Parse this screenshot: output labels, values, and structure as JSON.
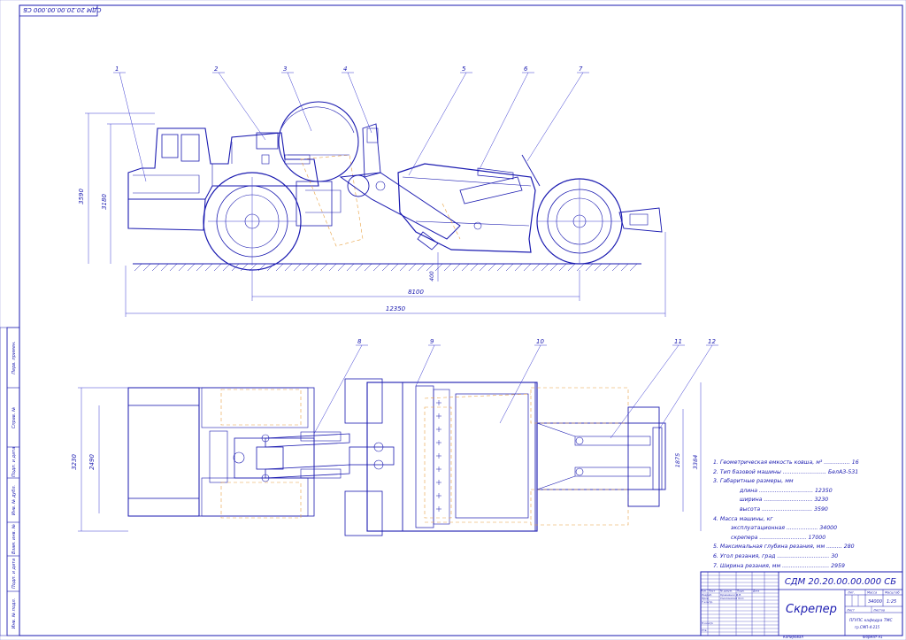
{
  "drawing": {
    "code_stamp": "СДМ 20.20.00.00.000 СБ",
    "callouts": [
      "1",
      "2",
      "3",
      "4",
      "5",
      "6",
      "7",
      "8",
      "9",
      "10",
      "11",
      "12"
    ],
    "side_view_dims": {
      "height_outer": "3590",
      "height_inner": "3180",
      "clearance": "400",
      "wheelbase": "8100",
      "overall_length": "12350"
    },
    "top_view_dims": {
      "width_outer": "3230",
      "width_inner": "2490",
      "bowl_inner": "1875",
      "bowl_outer": "3384"
    }
  },
  "specs": {
    "items": [
      "1. Геометрическая емкость ковша, м³ ............... 16",
      "2. Тип базовой машины ......................... БелАЗ-531",
      "3. Габаритные размеры, мм",
      "длина ............................... 12350",
      "ширина ............................ 3230",
      "высота ............................. 3590",
      "4. Масса машины, кг",
      "эксплуатационная .................. 34000",
      "скрепера ........................... 17000",
      "5. Максимальная глубина резания, мм ......... 280",
      "6. Угол резания, град .............................. 30",
      "7. Ширина резания, мм ........................... 2959"
    ]
  },
  "title_block": {
    "code": "СДМ 20.20.00.00.000 СБ",
    "name": "Скрепер",
    "col_lit": "Лит.",
    "col_mass": "Масса",
    "col_scale": "Масштаб",
    "mass_value": "34000",
    "scale_value": "1:25",
    "sheet_label": "Лист",
    "sheets_label": "Листов",
    "org": "ПГУПС кафедра ТМС",
    "group": "гр.СМП-4-215",
    "rows": [
      "Изм.",
      "Лист",
      "№ докум.",
      "Подп.",
      "Дата"
    ],
    "roles": [
      "Разраб.",
      "Пров.",
      "Т.контр.",
      "Н.контр.",
      "Утв."
    ],
    "names": [
      "Кравченко Д.В.",
      "Смолянский Ю.С."
    ],
    "copied": "Копировал",
    "format": "Формат А1"
  },
  "side_stamp": {
    "labels": [
      "Перв. примен.",
      "Справ. №",
      "Подп. и дата",
      "Инв. № дубл.",
      "Взам. инв. №",
      "Подп. и дата",
      "Инв. № подл."
    ]
  }
}
